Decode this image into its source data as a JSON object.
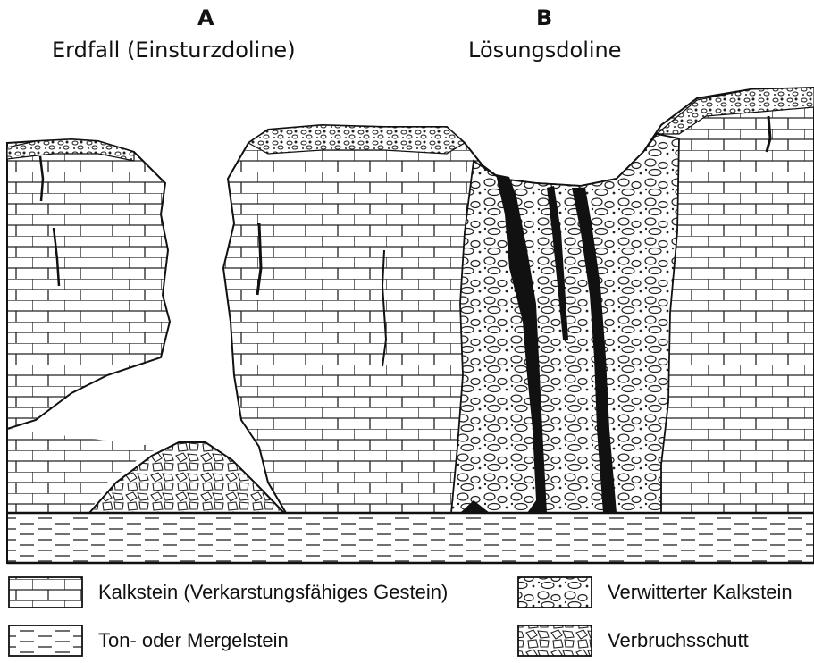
{
  "labels": {
    "a_letter": "A",
    "a_title": "Erdfall (Einsturzdoline)",
    "b_letter": "B",
    "b_title": "Lösungsdoline"
  },
  "legend": {
    "kalkstein": "Kalkstein (Verkarstungsfähiges Gestein)",
    "ton": "Ton- oder Mergelstein",
    "verwittert": "Verwitterter Kalkstein",
    "verbruch": "Verbruchsschutt"
  }
}
